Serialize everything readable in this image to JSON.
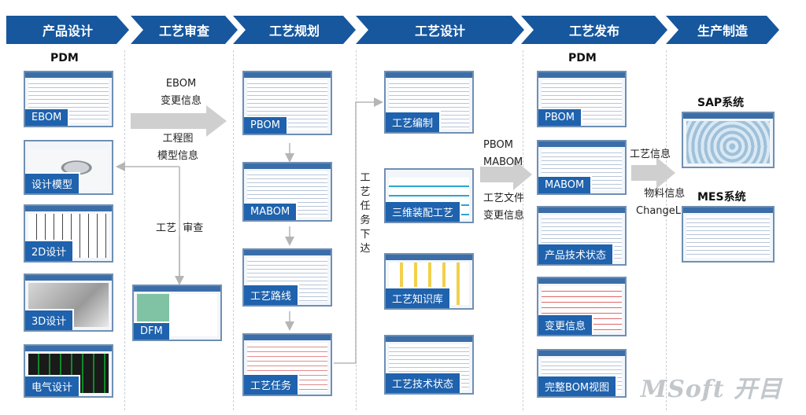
{
  "phases": [
    "产品设计",
    "工艺审查",
    "工艺规划",
    "工艺设计",
    "工艺发布",
    "生产制造"
  ],
  "col1": {
    "title": "PDM",
    "items": [
      "EBOM",
      "设计模型",
      "2D设计",
      "3D设计",
      "电气设计"
    ]
  },
  "col2": {
    "note_top": [
      "EBOM",
      "变更信息"
    ],
    "note_mid": [
      "工程图",
      "模型信息"
    ],
    "note_review": "工艺  审查",
    "item": "DFM"
  },
  "col3": {
    "items": [
      "PBOM",
      "MABOM",
      "工艺路线",
      "工艺任务"
    ]
  },
  "col4": {
    "vertical_note": "工艺任务下达",
    "items": [
      "工艺编制",
      "三维装配工艺",
      "工艺知识库",
      "工艺技术状态"
    ]
  },
  "col5": {
    "title": "PDM",
    "note": [
      "PBOM",
      "MABOM",
      "工艺文件",
      "变更信息"
    ],
    "items": [
      "PBOM",
      "MABOM",
      "产品技术状态",
      "变更信息",
      "完整BOM视图"
    ]
  },
  "col6": {
    "note": [
      "工艺信息",
      "物料信息",
      "ChangeList"
    ],
    "sap_title": "SAP系统",
    "mes_title": "MES系统"
  },
  "watermark": "MSoft 开目",
  "colors": {
    "header": "#16579e",
    "label": "#1f62ad",
    "arrow": "#cfcfcf"
  }
}
